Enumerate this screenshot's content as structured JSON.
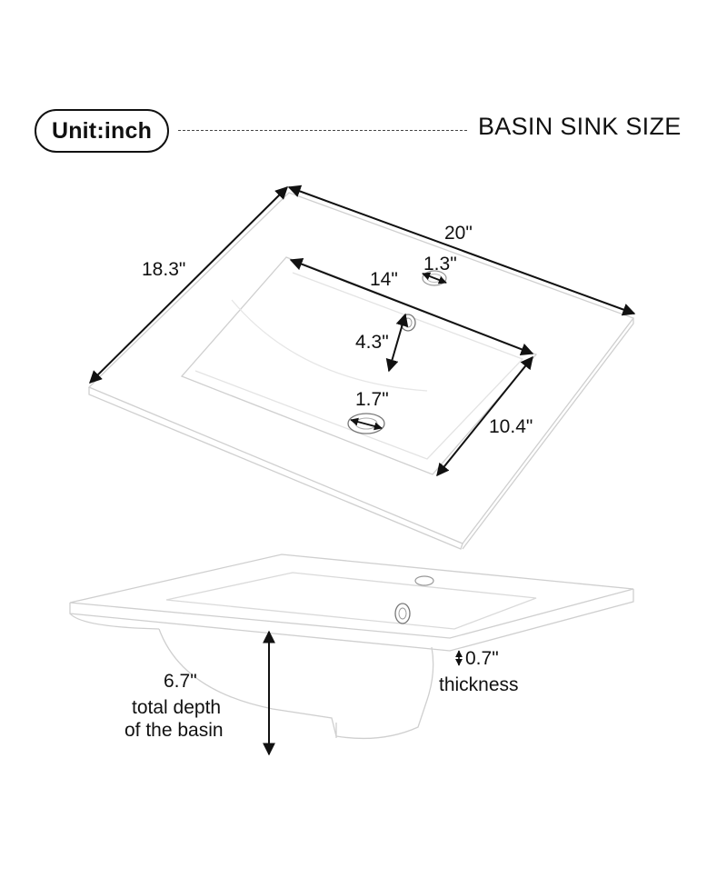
{
  "header": {
    "unit_label": "Unit:inch",
    "title": "BASIN SINK SIZE"
  },
  "dimensions": {
    "overall_width": "20\"",
    "overall_depth": "18.3\"",
    "basin_width": "14\"",
    "faucet_hole": "1.3\"",
    "faucet_to_drain": "4.3\"",
    "drain_hole": "1.7\"",
    "basin_depth_front_back": "10.4\"",
    "rim_thickness": "0.7\"",
    "rim_thickness_caption": "thickness",
    "total_depth": "6.7\"",
    "total_depth_caption_line1": "total depth",
    "total_depth_caption_line2": "of the basin"
  },
  "colors": {
    "line": "#111111",
    "outline": "#cfcfcf",
    "background": "#ffffff"
  }
}
